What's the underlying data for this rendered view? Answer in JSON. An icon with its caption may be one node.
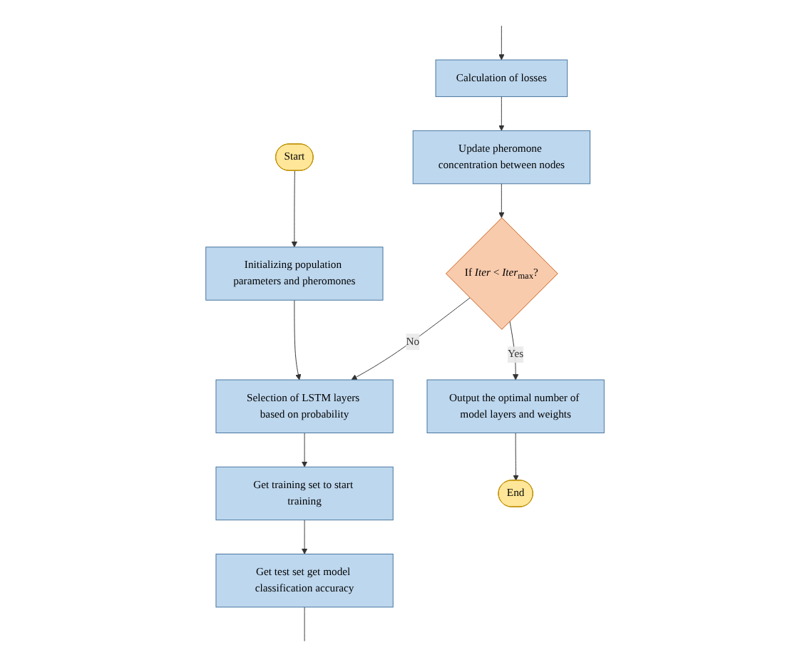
{
  "diagram": {
    "nodes": [
      {
        "text": [
          "Start"
        ]
      },
      {
        "text": [
          "Initializing population parameters and pheromones"
        ]
      },
      {
        "text": [
          "Selection of LSTM layers based on probability"
        ]
      },
      {
        "text": [
          "Get training set to start training"
        ]
      },
      {
        "text": [
          "Get test set get model classification accuracy"
        ]
      },
      {
        "text": [
          "End"
        ]
      },
      {
        "text": [
          "Output the optimal number of model layers and weights"
        ]
      },
      {
        "text": [
          "If *Iter* < *Iter*$_{max}$?"
        ]
      },
      {
        "text": [
          "Update pheromone concentration between nodes"
        ]
      },
      {
        "text": [
          "Calculation of losses"
        ]
      }
    ],
    "edges": [
      {
        "from": 0,
        "to": 1,
        "arrow": "to"
      },
      {
        "from": 1,
        "to": 2,
        "arrow": "to"
      },
      {
        "from": 2,
        "to": 3,
        "arrow": "to"
      },
      {
        "from": 3,
        "to": 4,
        "arrow": "to"
      },
      {
        "from": 4,
        "to": null,
        "arrow": "none"
      },
      {
        "from": null,
        "to": 9,
        "arrow": "to"
      },
      {
        "from": 9,
        "to": 8,
        "arrow": "to"
      },
      {
        "from": 8,
        "to": 7,
        "arrow": "to"
      },
      {
        "from": 7,
        "to": 6,
        "arrow": "to",
        "label": "Yes"
      },
      {
        "from": 7,
        "to": 2,
        "arrow": "to",
        "label": "No"
      },
      {
        "from": 6,
        "to": 5,
        "arrow": "to"
      }
    ]
  }
}
